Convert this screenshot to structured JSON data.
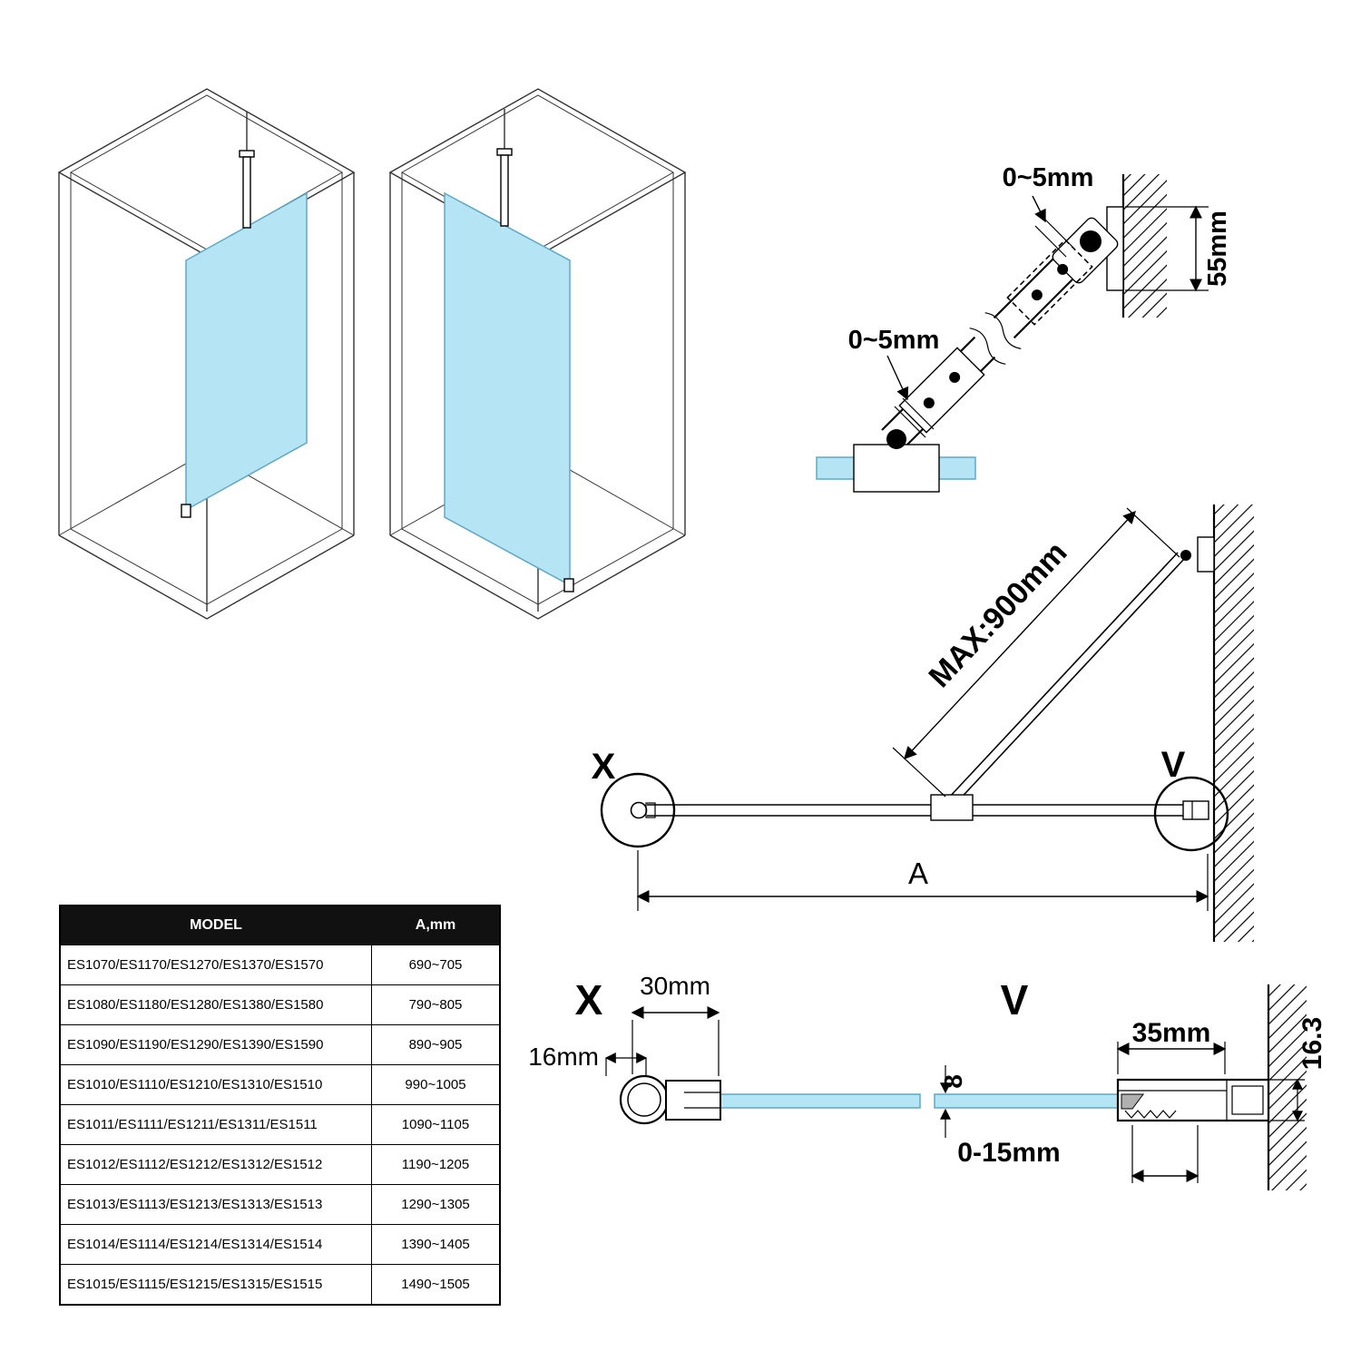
{
  "colors": {
    "glass_fill": "#b5e4f4",
    "glass_stroke": "#5ea8c4",
    "line": "#000000",
    "table_header_bg": "#111111",
    "table_header_text": "#ffffff"
  },
  "support_detail": {
    "gap_top": "0~5mm",
    "gap_mid": "0~5mm",
    "plate_height": "55mm"
  },
  "plan_view": {
    "max_length": "MAX:900mm",
    "marker_x": "X",
    "marker_v": "V",
    "width_label": "A"
  },
  "detail_x": {
    "title": "X",
    "width": "30mm",
    "offset": "16mm"
  },
  "detail_v": {
    "title": "V",
    "width": "35mm",
    "height": "16.3",
    "glass_thickness": "8",
    "adjust_range": "0-15mm"
  },
  "table": {
    "headers": [
      "MODEL",
      "A,mm"
    ],
    "rows": [
      [
        "ES1070/ES1170/ES1270/ES1370/ES1570",
        "690~705"
      ],
      [
        "ES1080/ES1180/ES1280/ES1380/ES1580",
        "790~805"
      ],
      [
        "ES1090/ES1190/ES1290/ES1390/ES1590",
        "890~905"
      ],
      [
        "ES1010/ES1110/ES1210/ES1310/ES1510",
        "990~1005"
      ],
      [
        "ES1011/ES1111/ES1211/ES1311/ES1511",
        "1090~1105"
      ],
      [
        "ES1012/ES1112/ES1212/ES1312/ES1512",
        "1190~1205"
      ],
      [
        "ES1013/ES1113/ES1213/ES1313/ES1513",
        "1290~1305"
      ],
      [
        "ES1014/ES1114/ES1214/ES1314/ES1514",
        "1390~1405"
      ],
      [
        "ES1015/ES1115/ES1215/ES1315/ES1515",
        "1490~1505"
      ]
    ]
  }
}
